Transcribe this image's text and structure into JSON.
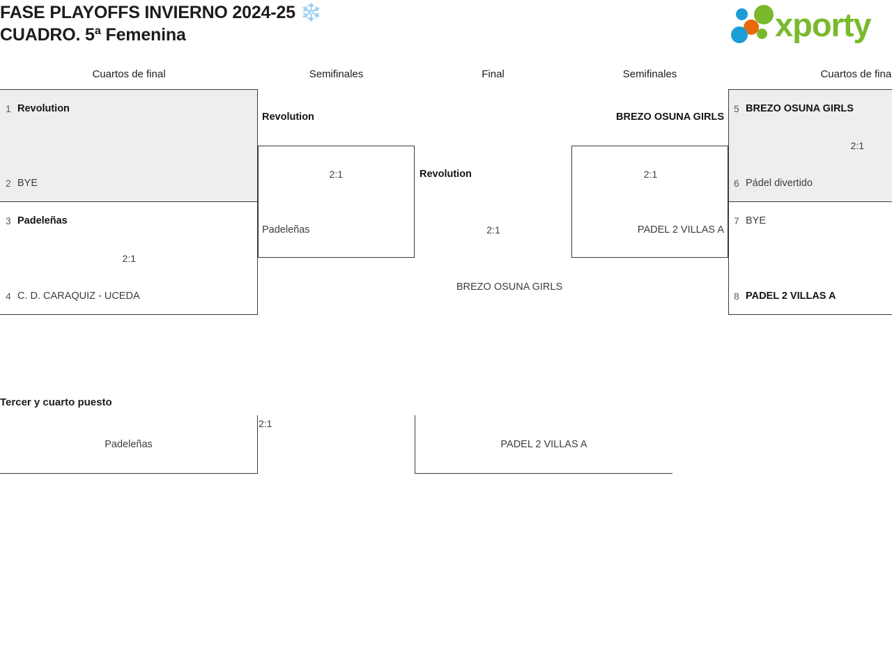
{
  "header": {
    "title": "FASE PLAYOFFS INVIERNO 2024-25 ❄️\nCUADRO. 5ª Femenina",
    "logo_text": "xporty"
  },
  "rounds": {
    "left_quarters": "Cuartos de final",
    "left_semis": "Semifinales",
    "final": "Final",
    "right_semis": "Semifinales",
    "right_quarters": "Cuartos de final"
  },
  "bracket": {
    "left_quarterfinals": [
      {
        "score": "",
        "players": [
          {
            "seed": "1",
            "name": "Revolution",
            "winner": true
          },
          {
            "seed": "2",
            "name": "BYE",
            "winner": false
          }
        ]
      },
      {
        "score": "2:1",
        "players": [
          {
            "seed": "3",
            "name": "Padeleñas",
            "winner": true
          },
          {
            "seed": "4",
            "name": "C. D. CARAQUIZ - UCEDA",
            "winner": false
          }
        ]
      }
    ],
    "left_semifinal": {
      "score": "2:1",
      "top": {
        "name": "Revolution",
        "winner": true
      },
      "bottom": {
        "name": "Padeleñas",
        "winner": false
      }
    },
    "final": {
      "score": "2:1",
      "top": {
        "name": "Revolution",
        "winner": true
      },
      "bottom": {
        "name": "BREZO OSUNA GIRLS",
        "winner": false
      }
    },
    "right_semifinal": {
      "score": "2:1",
      "top": {
        "name": "BREZO OSUNA GIRLS",
        "winner": true
      },
      "bottom": {
        "name": "PADEL 2 VILLAS A",
        "winner": false
      }
    },
    "right_quarterfinals": [
      {
        "score": "2:1",
        "players": [
          {
            "seed": "5",
            "name": "BREZO OSUNA GIRLS",
            "winner": true
          },
          {
            "seed": "6",
            "name": "Pádel divertido",
            "winner": false
          }
        ]
      },
      {
        "score": "",
        "players": [
          {
            "seed": "7",
            "name": "BYE",
            "winner": false
          },
          {
            "seed": "8",
            "name": "PADEL 2 VILLAS A",
            "winner": true
          }
        ]
      }
    ]
  },
  "third_place": {
    "title": "Tercer y cuarto puesto",
    "score": "2:1",
    "left": {
      "name": "Padeleñas",
      "winner": false
    },
    "right": {
      "name": "PADEL 2 VILLAS A",
      "winner": false
    }
  },
  "colors": {
    "shaded_box": "#eeeeee",
    "border": "#3a3a3a",
    "logo_green": "#7ab92d",
    "logo_blue": "#1e9cd7",
    "logo_orange": "#e8690b"
  }
}
